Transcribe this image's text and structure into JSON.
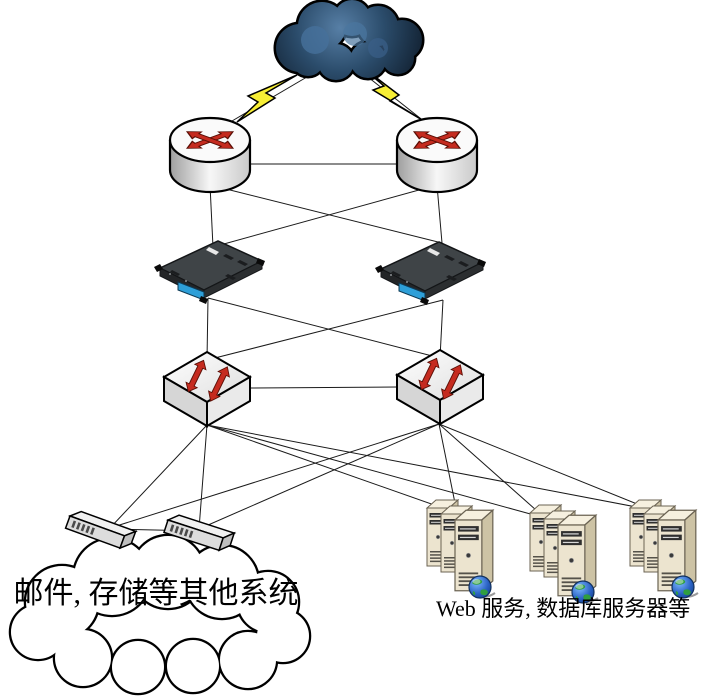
{
  "diagram": {
    "type": "network-topology",
    "nodes": [
      {
        "id": "internet-cloud",
        "type": "cloud"
      },
      {
        "id": "edge-router-1",
        "type": "router"
      },
      {
        "id": "edge-router-2",
        "type": "router"
      },
      {
        "id": "core-switch-1",
        "type": "rack-switch"
      },
      {
        "id": "core-switch-2",
        "type": "rack-switch"
      },
      {
        "id": "workgroup-switch-1",
        "type": "switch"
      },
      {
        "id": "workgroup-switch-2",
        "type": "switch"
      },
      {
        "id": "hub-1",
        "type": "hub"
      },
      {
        "id": "hub-2",
        "type": "hub"
      },
      {
        "id": "server-cluster-1",
        "type": "server-group"
      },
      {
        "id": "server-cluster-2",
        "type": "server-group"
      },
      {
        "id": "server-cluster-3",
        "type": "server-group"
      },
      {
        "id": "other-systems-cloud",
        "type": "callout-cloud"
      }
    ],
    "edges": [
      {
        "from": "internet-cloud",
        "to": "edge-router-1",
        "link": "lightning"
      },
      {
        "from": "internet-cloud",
        "to": "edge-router-2",
        "link": "lightning"
      },
      {
        "from": "edge-router-1",
        "to": "edge-router-2",
        "link": "line"
      },
      {
        "from": "edge-router-1",
        "to": "core-switch-1",
        "link": "line"
      },
      {
        "from": "edge-router-1",
        "to": "core-switch-2",
        "link": "line"
      },
      {
        "from": "edge-router-2",
        "to": "core-switch-1",
        "link": "line"
      },
      {
        "from": "edge-router-2",
        "to": "core-switch-2",
        "link": "line"
      },
      {
        "from": "core-switch-1",
        "to": "workgroup-switch-1",
        "link": "line"
      },
      {
        "from": "core-switch-1",
        "to": "workgroup-switch-2",
        "link": "line"
      },
      {
        "from": "core-switch-2",
        "to": "workgroup-switch-1",
        "link": "line"
      },
      {
        "from": "core-switch-2",
        "to": "workgroup-switch-2",
        "link": "line"
      },
      {
        "from": "workgroup-switch-1",
        "to": "workgroup-switch-2",
        "link": "line"
      },
      {
        "from": "workgroup-switch-1",
        "to": "hub-1",
        "link": "line"
      },
      {
        "from": "workgroup-switch-1",
        "to": "hub-2",
        "link": "line"
      },
      {
        "from": "workgroup-switch-1",
        "to": "server-cluster-1",
        "link": "line"
      },
      {
        "from": "workgroup-switch-1",
        "to": "server-cluster-2",
        "link": "line"
      },
      {
        "from": "workgroup-switch-1",
        "to": "server-cluster-3",
        "link": "line"
      },
      {
        "from": "workgroup-switch-2",
        "to": "hub-1",
        "link": "line"
      },
      {
        "from": "workgroup-switch-2",
        "to": "hub-2",
        "link": "line"
      },
      {
        "from": "workgroup-switch-2",
        "to": "server-cluster-1",
        "link": "line"
      },
      {
        "from": "workgroup-switch-2",
        "to": "server-cluster-2",
        "link": "line"
      },
      {
        "from": "workgroup-switch-2",
        "to": "server-cluster-3",
        "link": "line"
      },
      {
        "from": "hub-1",
        "to": "hub-2",
        "link": "line"
      }
    ]
  },
  "labels": {
    "other_systems_cloud": "邮件, 存储等其他系统",
    "server_caption": "Web 服务, 数据库服务器等"
  },
  "colors": {
    "line": "#1a1a1a",
    "lightning_fill": "#f7ee35",
    "internet_cloud_dark": "#23445f",
    "router_arrow_red": "#c52b1f",
    "core_switch_body": "#3f4447",
    "core_switch_panel_blue": "#2e9fd8",
    "workgroup_switch_body": "#ececec",
    "hub_body": "#dcdcdc",
    "server_beige": "#ece4cf",
    "globe_blue": "#2a62c4",
    "globe_green": "#2f9e3f",
    "callout_cloud_fill": "#ffffff"
  }
}
